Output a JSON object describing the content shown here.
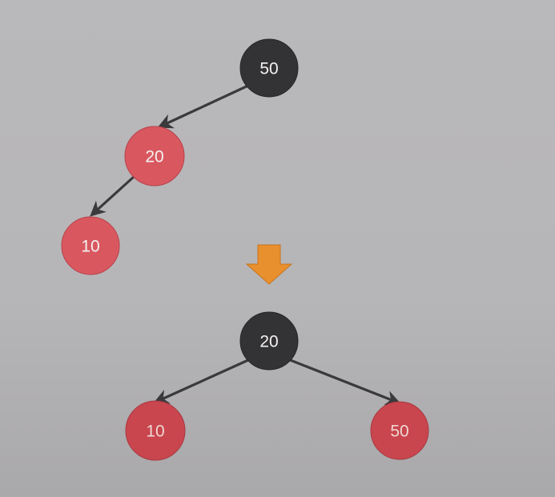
{
  "before_tree": {
    "root": {
      "value": "50",
      "color": "#333234"
    },
    "left_child": {
      "value": "20",
      "color": "#d95860"
    },
    "left_grandchild": {
      "value": "10",
      "color": "#d95860"
    }
  },
  "transition_icon": "down-arrow-icon",
  "transition_color": "#e8902e",
  "after_tree": {
    "root": {
      "value": "20",
      "color": "#333234"
    },
    "left_child": {
      "value": "10",
      "color": "#c9464f"
    },
    "right_child": {
      "value": "50",
      "color": "#c9464f"
    }
  }
}
